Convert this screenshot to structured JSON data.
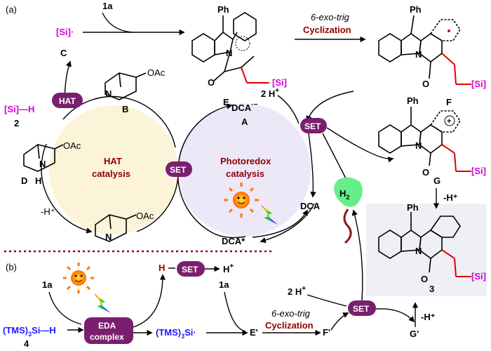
{
  "panel_a_label": "(a)",
  "panel_b_label": "(b)",
  "si_radical": "[Si]·",
  "label_C": "C",
  "reagent_1a": "1a",
  "label_E": "E",
  "E_ph": "Ph",
  "E_si": "[Si]",
  "E_N": "N",
  "E_O": "O",
  "cyclization_top": "6-exo-trig",
  "cyclization_bottom": "Cyclization",
  "label_F": "F",
  "F_ph": "Ph",
  "F_si": "[Si]",
  "F_N": "N",
  "F_O": "O",
  "si_h": "[Si]—H",
  "label_2": "2",
  "hat_pill": "HAT",
  "label_B": "B",
  "B_oac": "OAc",
  "B_N": "N",
  "label_D": "D",
  "D_oac": "OAc",
  "D_N": "N",
  "D_H": "H",
  "hat_catalysis_line1": "HAT",
  "hat_catalysis_line2": "catalysis",
  "quin_oac": "OAc",
  "quin_N": "N",
  "minus_h_left": "-H⁺",
  "set_pill_center": "SET",
  "dca_anion": "DCA",
  "label_A": "A",
  "photoredox_line1": "Photoredox",
  "photoredox_line2": "catalysis",
  "dca_neutral": "DCA",
  "dca_star": "DCA*",
  "two_h_plus_top": "2 H",
  "set_pill_right": "SET",
  "label_G": "G",
  "G_ph": "Ph",
  "G_si": "[Si]",
  "G_N": "N",
  "G_O": "O",
  "h2": "H",
  "minus_h_right": "-H⁺",
  "label_3": "3",
  "P3_ph": "Ph",
  "P3_si": "[Si]",
  "P3_N": "N",
  "P3_O": "O",
  "b_1a_left": "1a",
  "b_tms_si_h_a": "(TMS)",
  "b_tms_si_h_b": "Si—H",
  "label_4": "4",
  "eda_line1": "EDA",
  "eda_line2": "complex",
  "h_set_H": "H",
  "set_pill_b": "SET",
  "h_plus_b": "H",
  "b_1a_mid": "1a",
  "b_tms_si_a": "(TMS)",
  "b_tms_si_b": "Si·",
  "label_E_prime": "E'",
  "label_F_prime": "F'",
  "two_h_plus_bottom": "2 H",
  "set_pill_bottom": "SET",
  "label_G_prime": "G'",
  "minus_h_bottom": "-H⁺",
  "colors": {
    "pill": "#7a1f6e",
    "si_magenta": "#d400d4",
    "dark_red": "#8b0000",
    "blue": "#1a1aff",
    "hat_bg": "#fbf4d8",
    "photo_bg": "#ece8f7",
    "product_bg": "#eef0f6",
    "h2_green": "#66ee88"
  }
}
